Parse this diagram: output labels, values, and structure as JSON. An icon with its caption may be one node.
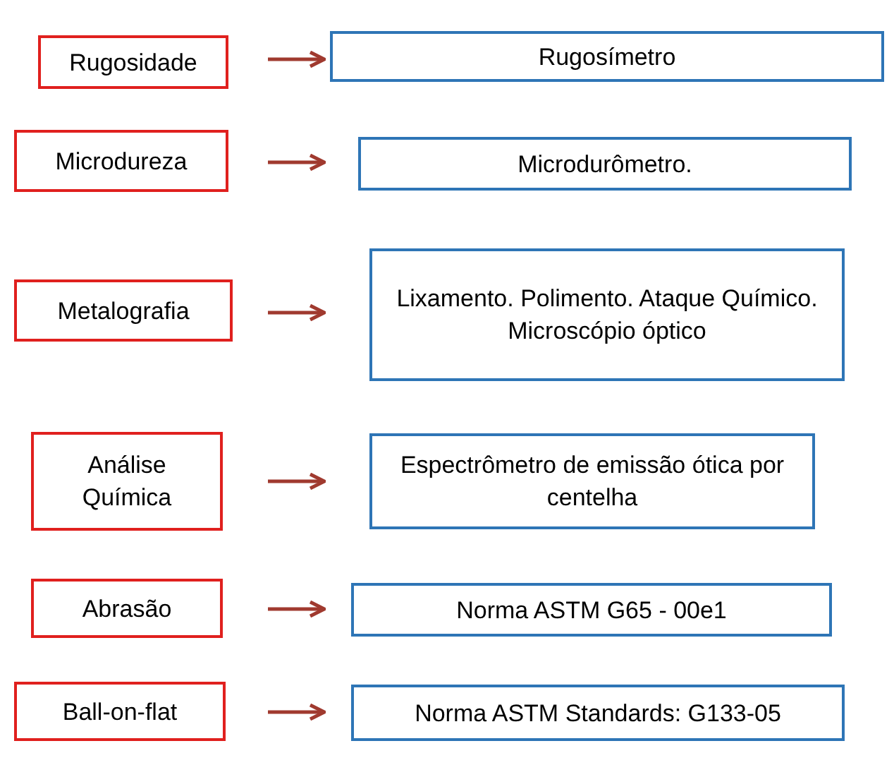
{
  "diagram": {
    "nodes": [
      {
        "text": [
          "Rugosidade"
        ]
      },
      {
        "text": [
          "Rugosímetro"
        ]
      },
      {
        "text": [
          "Microdureza"
        ]
      },
      {
        "text": [
          "Microdurômetro."
        ]
      },
      {
        "text": [
          "Metalografia"
        ]
      },
      {
        "text": [
          "Lixamento. Polimento. Ataque Químico. Microscópio óptico"
        ]
      },
      {
        "text": [
          "Análise Química"
        ]
      },
      {
        "text": [
          "Espectrômetro de emissão ótica por centelha"
        ]
      },
      {
        "text": [
          "Abrasão"
        ]
      },
      {
        "text": [
          "Norma ASTM G65 - 00e1"
        ]
      },
      {
        "text": [
          "Ball-on-flat"
        ]
      },
      {
        "text": [
          "Norma ASTM Standards: G133-05"
        ]
      }
    ],
    "edges": [
      {
        "from": 0,
        "to": 1,
        "arrow": "to"
      },
      {
        "from": 2,
        "to": 3,
        "arrow": "to"
      },
      {
        "from": 4,
        "to": 5,
        "arrow": "to"
      },
      {
        "from": 6,
        "to": 7,
        "arrow": "to"
      },
      {
        "from": 8,
        "to": 9,
        "arrow": "to"
      },
      {
        "from": 10,
        "to": 11,
        "arrow": "to"
      }
    ]
  }
}
